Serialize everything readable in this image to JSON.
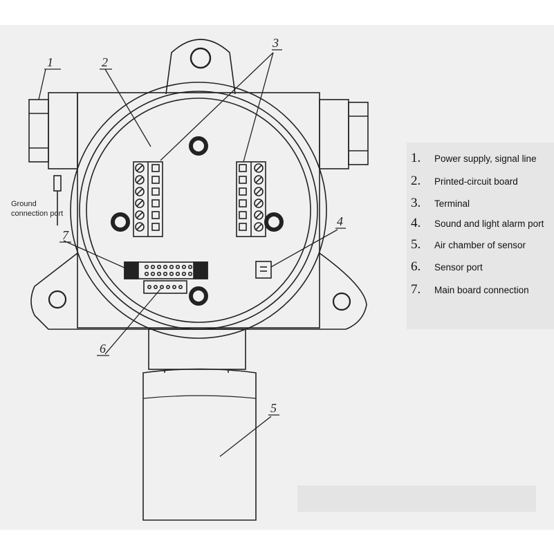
{
  "callouts": [
    "1",
    "2",
    "3",
    "4",
    "5",
    "6",
    "7"
  ],
  "legend": [
    {
      "num": "1.",
      "text": "Power supply, signal line"
    },
    {
      "num": "2.",
      "text": "Printed-circuit board"
    },
    {
      "num": "3.",
      "text": "Terminal"
    },
    {
      "num": "4.",
      "text": "Sound and light alarm port"
    },
    {
      "num": "5.",
      "text": "Air chamber of sensor"
    },
    {
      "num": "6.",
      "text": "Sensor port"
    },
    {
      "num": "7.",
      "text": "Main board connection"
    }
  ],
  "ground_label": [
    "Ground",
    "connection port"
  ],
  "colors": {
    "line": "#222222",
    "background": "#f0f0f0",
    "legend_bg": "#e6e6e6"
  }
}
